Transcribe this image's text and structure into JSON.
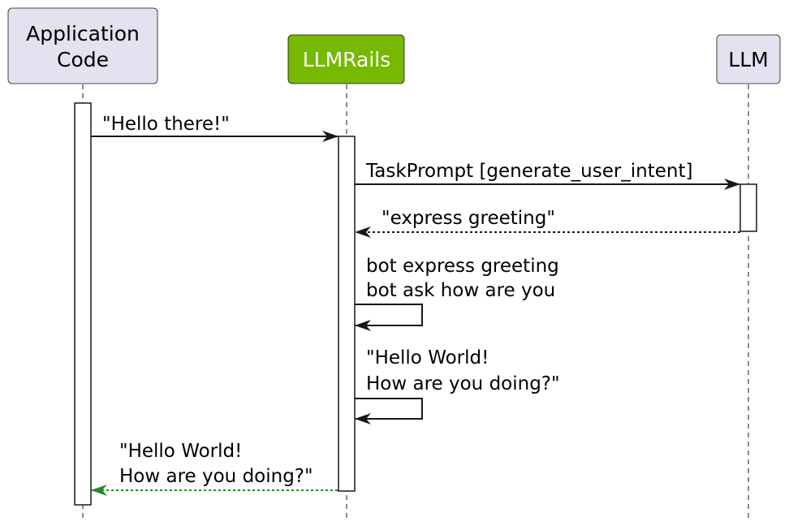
{
  "colors": {
    "participant_fill": "#e2e2f0",
    "participant_highlight_fill": "#76b900",
    "participant_highlight_stroke": "#4f8a10",
    "participant_text": "#000000",
    "participant_highlight_text": "#ffffff",
    "line": "#181818",
    "final_reply": "#228B22"
  },
  "participants": {
    "app": {
      "line1": "Application",
      "line2": "Code"
    },
    "rails": {
      "label": "LLMRails"
    },
    "llm": {
      "label": "LLM"
    }
  },
  "messages": {
    "m1": {
      "label": "\"Hello there!\""
    },
    "m2": {
      "label": "TaskPrompt [generate_user_intent]"
    },
    "m3": {
      "label": "\"express greeting\""
    },
    "m4": {
      "line1": "bot express greeting",
      "line2": "bot ask how are you"
    },
    "m5": {
      "line1": "\"Hello World!",
      "line2": "How are you doing?\""
    },
    "m6": {
      "line1": "\"Hello World!",
      "line2": "How are you doing?\""
    }
  }
}
